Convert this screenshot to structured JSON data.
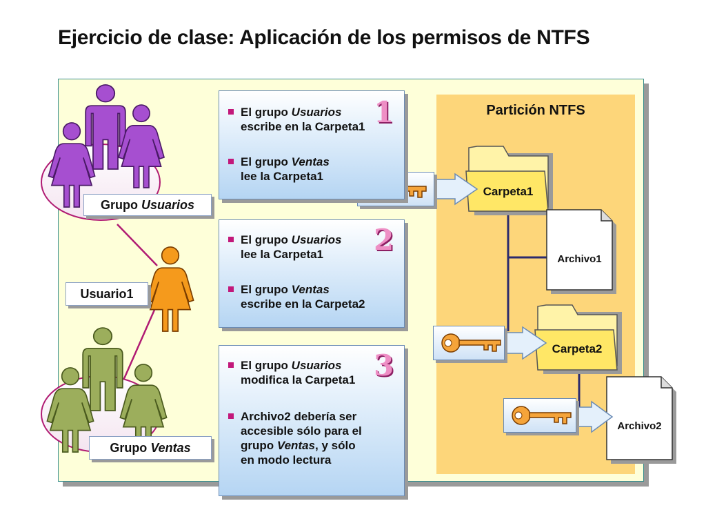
{
  "title": "Ejercicio de clase: Aplicación de los permisos de NTFS",
  "partition": {
    "title": "Partición NTFS"
  },
  "groups": {
    "usuarios": {
      "prefix": "Grupo ",
      "name": "Usuarios"
    },
    "ventas": {
      "prefix": "Grupo ",
      "name": "Ventas"
    }
  },
  "user": {
    "label": "Usuario1"
  },
  "steps": [
    {
      "number": "1",
      "bullets": [
        {
          "l1a": "El grupo ",
          "l1b": "Usuarios",
          "l2": "escribe en la Carpeta1"
        },
        {
          "l1a": "El grupo ",
          "l1b": "Ventas",
          "l2": "lee la Carpeta1"
        }
      ]
    },
    {
      "number": "2",
      "bullets": [
        {
          "l1a": "El grupo ",
          "l1b": "Usuarios",
          "l2": "lee la Carpeta1"
        },
        {
          "l1a": "El grupo ",
          "l1b": "Ventas",
          "l2": "escribe en la Carpeta2"
        }
      ]
    },
    {
      "number": "3",
      "bullets": [
        {
          "l1a": "El grupo ",
          "l1b": "Usuarios",
          "l2": "modifica la Carpeta1"
        },
        {
          "l1": "Archivo2 debería ser",
          "l2": "accesible sólo para el",
          "l3a": "grupo ",
          "l3b": "Ventas",
          "l3c": ", y sólo",
          "l4": "en modo lectura"
        }
      ]
    }
  ],
  "folders": {
    "carpeta1": "Carpeta1",
    "carpeta2": "Carpeta2"
  },
  "files": {
    "archivo1": "Archivo1",
    "archivo2": "Archivo2"
  },
  "colors": {
    "panel_bg": "#feffd9",
    "partition_bg": "#fdd67a",
    "bullet": "#c2187a",
    "number": "#ee8fc5",
    "usuarios_people": "#a64fd0",
    "ventas_people": "#9cae5c",
    "user_person": "#f59a1c",
    "connector": "#2b2b6e",
    "key": "#f5a43a"
  }
}
